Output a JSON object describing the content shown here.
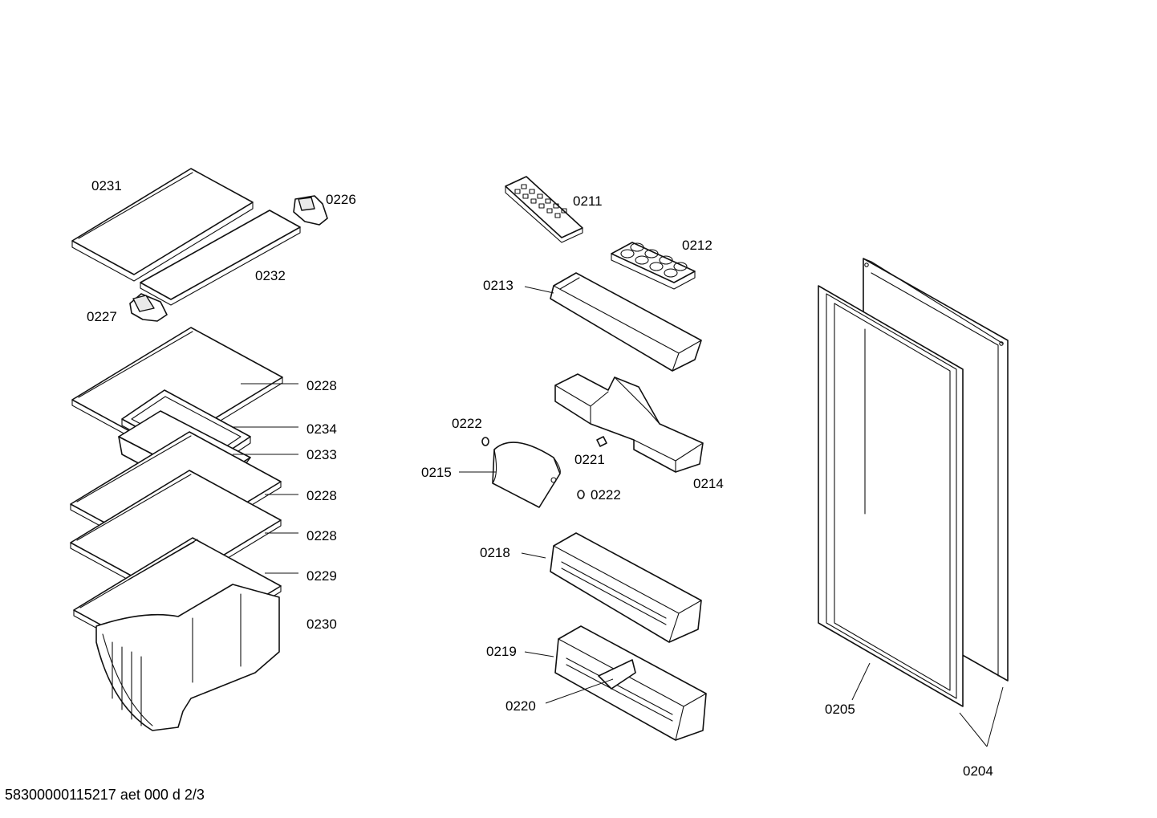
{
  "document_reference": "58300000115217 aet 000 d 2/3",
  "callouts": {
    "c0231": "0231",
    "c0226": "0226",
    "c0232": "0232",
    "c0227": "0227",
    "c0228a": "0228",
    "c0234": "0234",
    "c0233": "0233",
    "c0228b": "0228",
    "c0228c": "0228",
    "c0229": "0229",
    "c0230": "0230",
    "c0211": "0211",
    "c0212": "0212",
    "c0213": "0213",
    "c0222a": "0222",
    "c0221": "0221",
    "c0215": "0215",
    "c0222b": "0222",
    "c0214": "0214",
    "c0218": "0218",
    "c0219": "0219",
    "c0220": "0220",
    "c0205": "0205",
    "c0204": "0204"
  }
}
